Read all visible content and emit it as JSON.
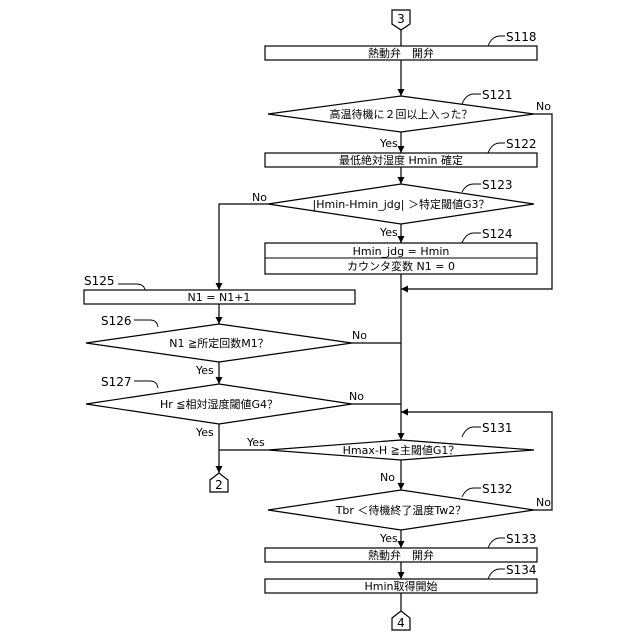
{
  "connectors": {
    "top": "3",
    "left_exit": "2",
    "bottom": "4"
  },
  "steps": {
    "s118": {
      "id": "S118",
      "text": "熱動弁　開弁"
    },
    "s121": {
      "id": "S121",
      "text": "高温待機に２回以上入った？"
    },
    "s122": {
      "id": "S122",
      "text": "最低絶対湿度 Hmin 確定"
    },
    "s123": {
      "id": "S123",
      "text": "|Hmin-Hmin_jdg| ＞特定閾値G3？"
    },
    "s124": {
      "id": "S124",
      "line1": "Hmin_jdg = Hmin",
      "line2": "カウンタ変数 N1 = 0"
    },
    "s125": {
      "id": "S125",
      "text": "N1 = N1+1"
    },
    "s126": {
      "id": "S126",
      "text": "N1 ≧所定回数M1？"
    },
    "s127": {
      "id": "S127",
      "text": "Hr ≦相対湿度閾値G4？"
    },
    "s131": {
      "id": "S131",
      "text": "Hmax-H ≧主閾値G1？"
    },
    "s132": {
      "id": "S132",
      "text": "Tbr ＜待機終了温度Tw2？"
    },
    "s133": {
      "id": "S133",
      "text": "熱動弁　開弁"
    },
    "s134": {
      "id": "S134",
      "text": "Hmin取得開始"
    }
  },
  "branches": {
    "yes": "Yes",
    "no": "No"
  }
}
